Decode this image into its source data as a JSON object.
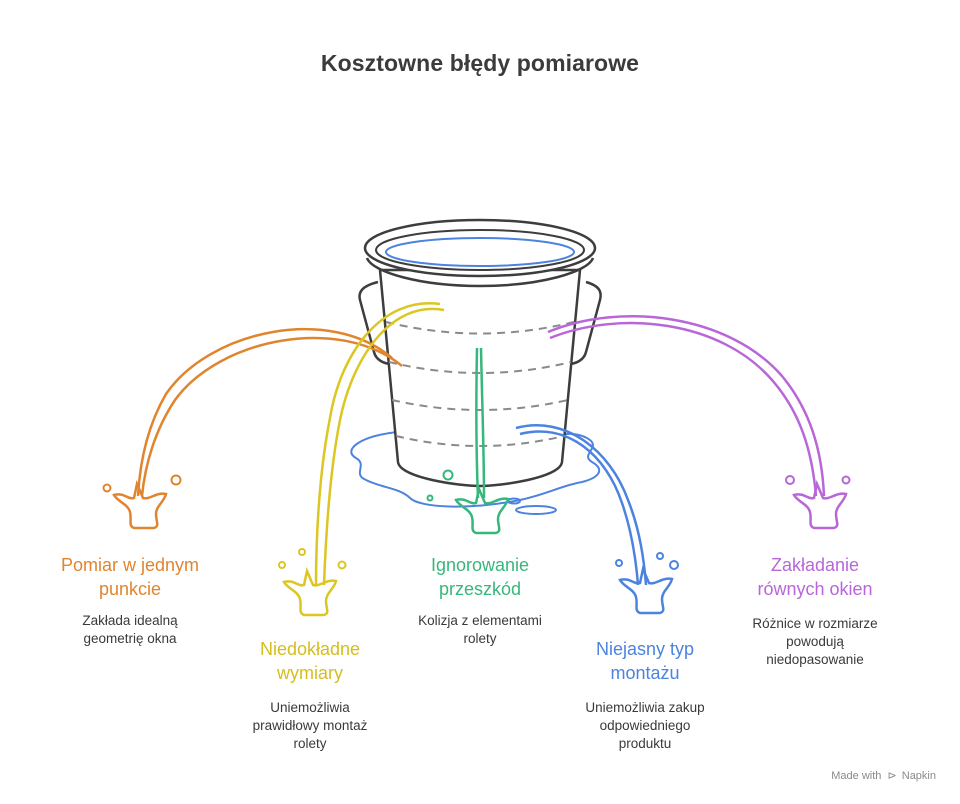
{
  "title": "Kosztowne błędy pomiarowe",
  "colors": {
    "orange": "#E0852E",
    "yellow": "#DCC622",
    "green": "#36B77B",
    "blue": "#4C83DF",
    "purple": "#B866D8",
    "bucket_outline": "#3d3d3d",
    "water": "#4C83DF"
  },
  "errors": [
    {
      "title": "Pomiar w jednym punkcie",
      "description": "Zakłada idealną geometrię okna",
      "color": "orange"
    },
    {
      "title": "Niedokładne wymiary",
      "description": "Uniemożliwia prawidłowy montaż rolety",
      "color": "yellow"
    },
    {
      "title": "Ignorowanie przeszkód",
      "description": "Kolizja z elementami rolety",
      "color": "green"
    },
    {
      "title": "Niejasny typ montażu",
      "description": "Uniemożliwia zakup odpowiedniego produktu",
      "color": "blue"
    },
    {
      "title": "Zakładanie równych okien",
      "description": "Różnice w rozmiarze powodują niedopasowanie",
      "color": "purple"
    }
  ],
  "footer": {
    "made_with": "Made with",
    "brand": "Napkin",
    "logo_icon": "napkin-logo-icon"
  }
}
